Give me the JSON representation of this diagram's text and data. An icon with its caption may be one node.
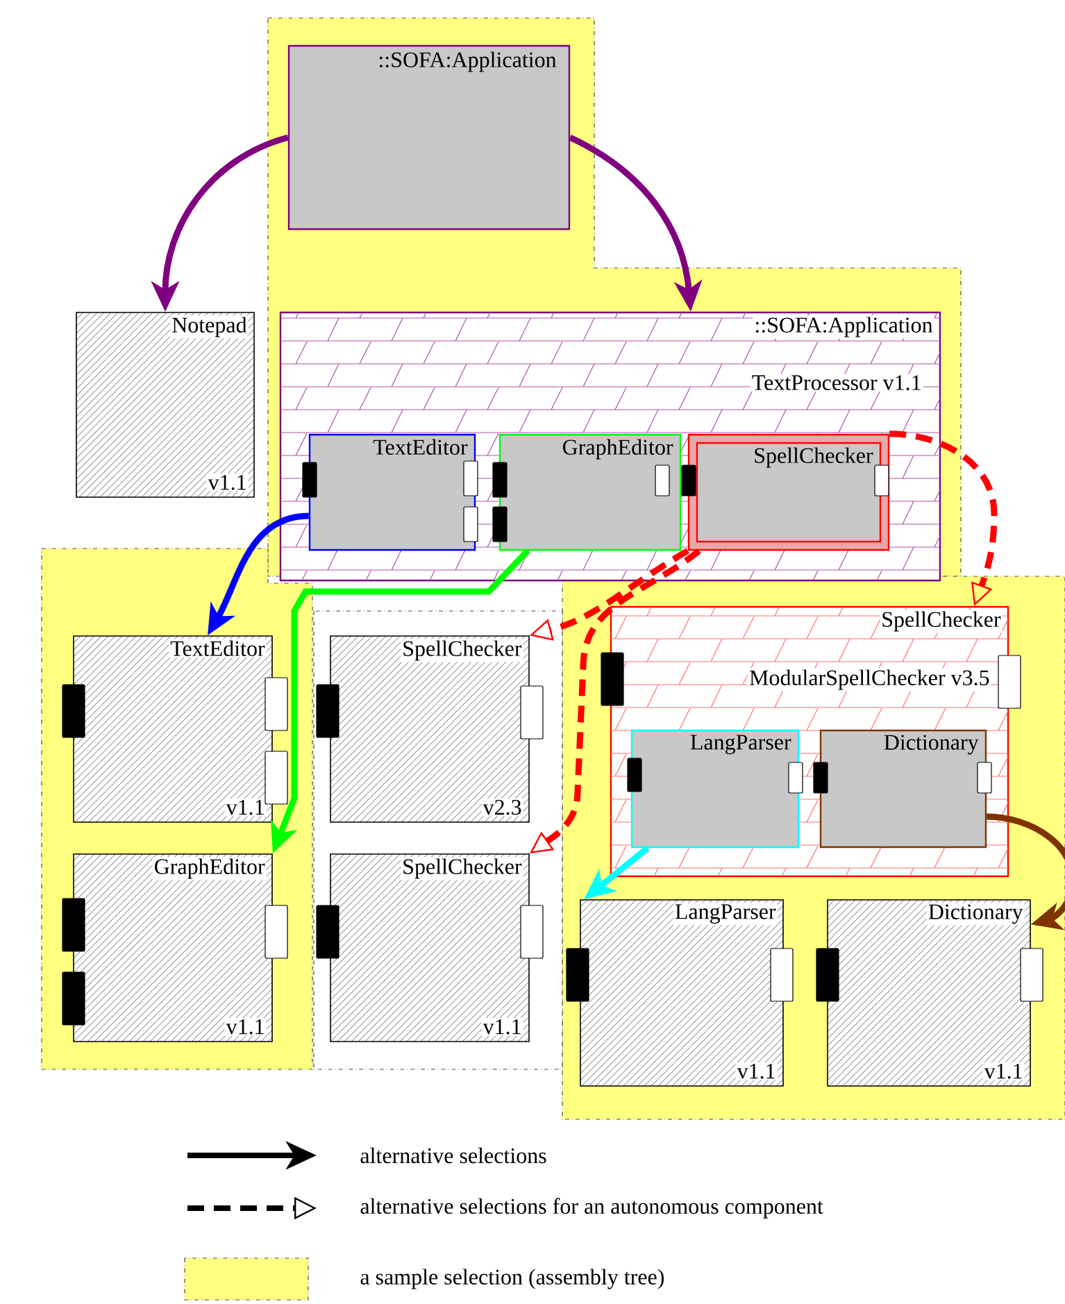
{
  "diagram": {
    "nodes": [
      {
        "text": [
          "::SOFA:Application"
        ]
      },
      {
        "text": [
          "Notepad",
          "v1.1"
        ]
      },
      {
        "text": [
          "::SOFA:Application",
          "TextProcessor v1.1"
        ]
      },
      {
        "text": [
          "TextEditor"
        ],
        "in": 2
      },
      {
        "text": [
          "GraphEditor"
        ],
        "in": 2
      },
      {
        "text": [
          "SpellChecker"
        ],
        "in": 2
      },
      {
        "text": [
          "TextEditor",
          "v1.1"
        ]
      },
      {
        "text": [
          "GraphEditor",
          "v1.1"
        ]
      },
      {
        "text": [
          "SpellChecker",
          "v2.3"
        ]
      },
      {
        "text": [
          "SpellChecker",
          "v1.1"
        ]
      },
      {
        "text": [
          "SpellChecker",
          "ModularSpellChecker v3.5"
        ]
      },
      {
        "text": [
          "LangParser"
        ],
        "in": 10
      },
      {
        "text": [
          "Dictionary"
        ],
        "in": 10
      },
      {
        "text": [
          "LangParser",
          "v1.1"
        ]
      },
      {
        "text": [
          "Dictionary",
          "v1.1"
        ]
      }
    ],
    "edges": [
      {
        "from": 0,
        "to": 1,
        "arrow": "to",
        "color": "#800080"
      },
      {
        "from": 0,
        "to": 2,
        "arrow": "to",
        "color": "#800080"
      },
      {
        "from": 3,
        "to": 6,
        "arrow": "to",
        "color": "#0000ff"
      },
      {
        "from": 4,
        "to": 7,
        "arrow": "to",
        "color": "#00ff00"
      },
      {
        "from": 5,
        "to": 10,
        "arrow": "to",
        "style": "dashed",
        "color": "#ff0000"
      },
      {
        "from": 5,
        "to": 8,
        "arrow": "to",
        "style": "dashed",
        "color": "#ff0000"
      },
      {
        "from": 5,
        "to": 9,
        "arrow": "to",
        "style": "dashed",
        "color": "#ff0000"
      },
      {
        "from": 11,
        "to": 13,
        "arrow": "to",
        "color": "#00ffff"
      },
      {
        "from": 12,
        "to": 14,
        "arrow": "to",
        "color": "#7f3300"
      }
    ],
    "legend": [
      {
        "text": "alternative selections"
      },
      {
        "text": "alternative selections for an autonomous component"
      },
      {
        "text": "a sample selection (assembly tree)",
        "color": "#ffff80"
      }
    ]
  }
}
